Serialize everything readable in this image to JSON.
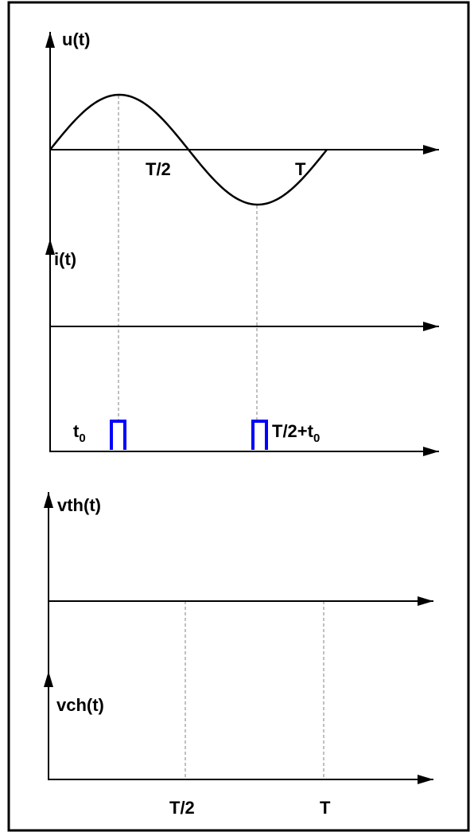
{
  "labels": {
    "u": "u(t)",
    "half_period": "T/2",
    "period": "T",
    "i": "i(t)",
    "t0_main": "t",
    "t0_sub": "0",
    "pulse2_main": "T/2+t",
    "pulse2_sub": "0",
    "vth": "vth(t)",
    "vch": "vch(t)",
    "bottom_half_period": "T/2",
    "bottom_period": "T"
  },
  "colors": {
    "border": "#000000",
    "axis": "#000000",
    "curve": "#000000",
    "pulse": "#0000ff",
    "guide": "#808080"
  },
  "icons": [
    "arrow-head-icon"
  ]
}
